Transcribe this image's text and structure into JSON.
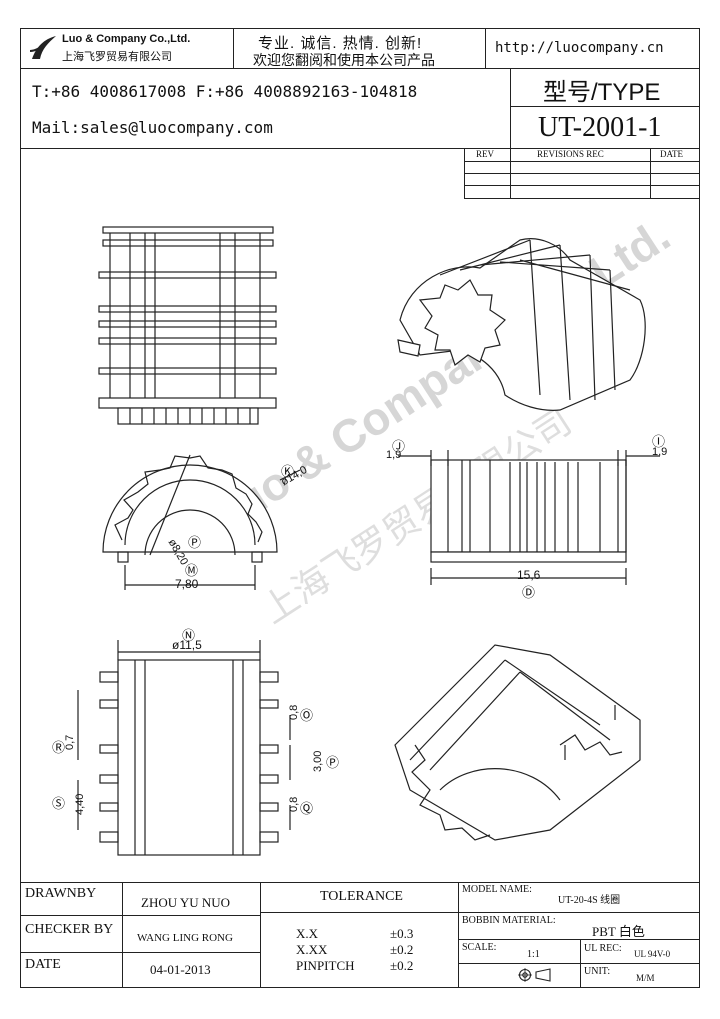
{
  "header": {
    "company_en": "Luo & Company Co.,Ltd.",
    "company_cn": "上海飞罗贸易有限公司",
    "slogan_1": "专业. 诚信.  热情.  创新!",
    "slogan_2": "欢迎您翻阅和使用本公司产品",
    "website": "http://luocompany.cn",
    "phone_fax": "T:+86 4008617008 F:+86 4008892163-104818",
    "mail": "Mail:sales@luocompany.com",
    "type_label": "型号/TYPE",
    "type_value": "UT-2001-1"
  },
  "revisions": {
    "col_rev": "REV",
    "col_rec": "REVISIONS REC",
    "col_date": "DATE"
  },
  "watermark": {
    "text_en": "Luo & Company Co.,Ltd.",
    "text_cn": "上海飞罗贸易有限公司"
  },
  "dimensions": {
    "top_left_j": "Ⓙ",
    "top_left_j_val": "1,9",
    "top_right_i": "Ⓘ",
    "top_right_i_val": "1,9",
    "length": "15,6",
    "length_ref": "Ⓓ",
    "outer_dia_ref": "Ⓚ",
    "outer_dia": "ø14,0",
    "inner_ref_p": "Ⓟ",
    "inner_dia": "ø8,20",
    "inner_ref_m": "Ⓜ",
    "width": "7,80",
    "top_dia_ref": "Ⓝ",
    "top_dia": "ø11,5",
    "r_ref": "Ⓡ",
    "r_val": "0,7",
    "s_ref": "Ⓢ",
    "s_val": "4,40",
    "o_val": "0,8",
    "o_ref": "Ⓞ",
    "p_val": "3,00",
    "p_ref": "Ⓟ",
    "q_val": "0,8",
    "q_ref": "Ⓠ"
  },
  "title_block": {
    "drawnby_label": "DRAWNBY",
    "drawnby_value": "ZHOU YU NUO",
    "checker_label": "CHECKER BY",
    "checker_value": "WANG LING RONG",
    "date_label": "DATE",
    "date_value": "04-01-2013",
    "tolerance_label": "TOLERANCE",
    "tol_xx_label": "X.X",
    "tol_xx_value": "±0.3",
    "tol_xxx_label": "X.XX",
    "tol_xxx_value": "±0.2",
    "tol_pin_label": "PINPITCH",
    "tol_pin_value": "±0.2",
    "model_label": "MODEL NAME:",
    "model_value": "UT-20-4S 线圈",
    "bobbin_label": "BOBBIN MATERIAL:",
    "bobbin_value": "PBT 白色",
    "scale_label": "SCALE:",
    "scale_value": "1:1",
    "ulrec_label": "UL REC:",
    "ulrec_value": "UL 94V-0",
    "unit_label": "UNIT:",
    "unit_value": "M/M"
  }
}
